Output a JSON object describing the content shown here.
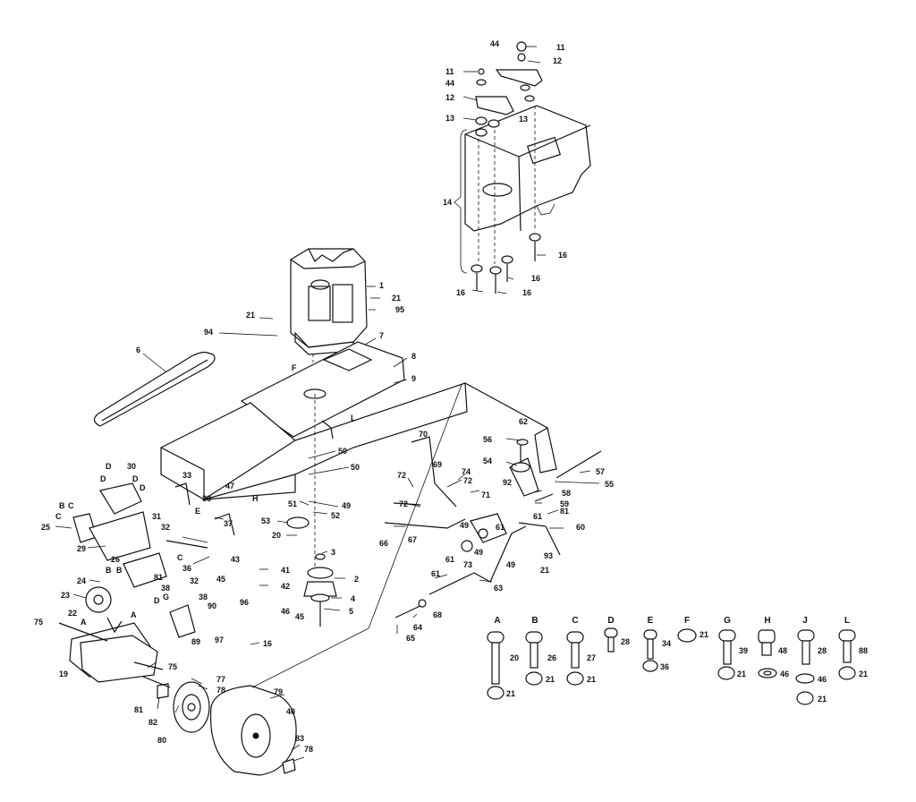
{
  "callouts": {
    "c1": "1",
    "c2": "2",
    "c3": "3",
    "c4": "4",
    "c5": "5",
    "c6": "6",
    "c7": "7",
    "c8": "8",
    "c9": "9",
    "c11": "11",
    "c11b": "11",
    "c12": "12",
    "c12b": "12",
    "c13": "13",
    "c13b": "13",
    "c14": "14",
    "c16a": "16",
    "c16b": "16",
    "c16c": "16",
    "c16d": "16",
    "c16e": "16",
    "c19": "19",
    "c20": "20",
    "c21a": "21",
    "c21b": "21",
    "c21c": "21",
    "c22": "22",
    "c23": "23",
    "c24": "24",
    "c25": "25",
    "c26": "26",
    "c29": "29",
    "c30": "30",
    "c31": "31",
    "c32a": "32",
    "c32b": "32",
    "c33a": "33",
    "c33b": "33",
    "c36": "36",
    "c37": "37",
    "c38a": "38",
    "c38b": "38",
    "c40": "40",
    "c41": "41",
    "c42": "42",
    "c43": "43",
    "c44a": "44",
    "c44b": "44",
    "c45a": "45",
    "c45b": "45",
    "c46": "46",
    "c47": "47",
    "c49a": "49",
    "c49b": "49",
    "c49c": "49",
    "c49d": "49",
    "c50a": "50",
    "c50b": "50",
    "c51": "51",
    "c52": "52",
    "c53": "53",
    "c54": "54",
    "c55": "55",
    "c56": "56",
    "c57": "57",
    "c58": "58",
    "c59": "59",
    "c60": "60",
    "c61a": "61",
    "c61b": "61",
    "c61c": "61",
    "c61d": "61",
    "c62": "62",
    "c63": "63",
    "c64": "64",
    "c65": "65",
    "c66": "66",
    "c67": "67",
    "c68": "68",
    "c69": "69",
    "c70": "70",
    "c71": "71",
    "c72a": "72",
    "c72b": "72",
    "c72c": "72",
    "c73": "73",
    "c74": "74",
    "c75a": "75",
    "c75b": "75",
    "c77": "77",
    "c78a": "78",
    "c78b": "78",
    "c79": "79",
    "c80": "80",
    "c81a": "81",
    "c81b": "81",
    "c81c": "81",
    "c82": "82",
    "c83": "83",
    "c89": "89",
    "c90": "90",
    "c92": "92",
    "c93": "93",
    "c94": "94",
    "c95": "95",
    "c96": "96",
    "c97": "97"
  },
  "letters": {
    "F": "F",
    "H": "H",
    "E": "E",
    "D1": "D",
    "D2": "D",
    "D3": "D",
    "D4": "D",
    "D5": "D",
    "B1": "B",
    "B2": "B",
    "B3": "B",
    "C1": "C",
    "C2": "C",
    "C3": "C",
    "A1": "A",
    "A2": "A",
    "G": "G",
    "L": "L"
  },
  "hardware_table": {
    "columns": [
      {
        "letter": "A",
        "bolt": "20",
        "nut": "21"
      },
      {
        "letter": "B",
        "bolt": "26",
        "nut": "21"
      },
      {
        "letter": "C",
        "bolt": "27",
        "nut": "21"
      },
      {
        "letter": "D",
        "bolt": "28",
        "nut": ""
      },
      {
        "letter": "E",
        "bolt": "34",
        "nut": "36"
      },
      {
        "letter": "F",
        "bolt": "21",
        "nut": ""
      },
      {
        "letter": "G",
        "bolt": "39",
        "nut": "21"
      },
      {
        "letter": "H",
        "bolt": "48",
        "nut": "46"
      },
      {
        "letter": "J",
        "bolt": "28",
        "nut": "46",
        "nut2": "21"
      },
      {
        "letter": "L",
        "bolt": "88",
        "nut": "21"
      }
    ]
  }
}
